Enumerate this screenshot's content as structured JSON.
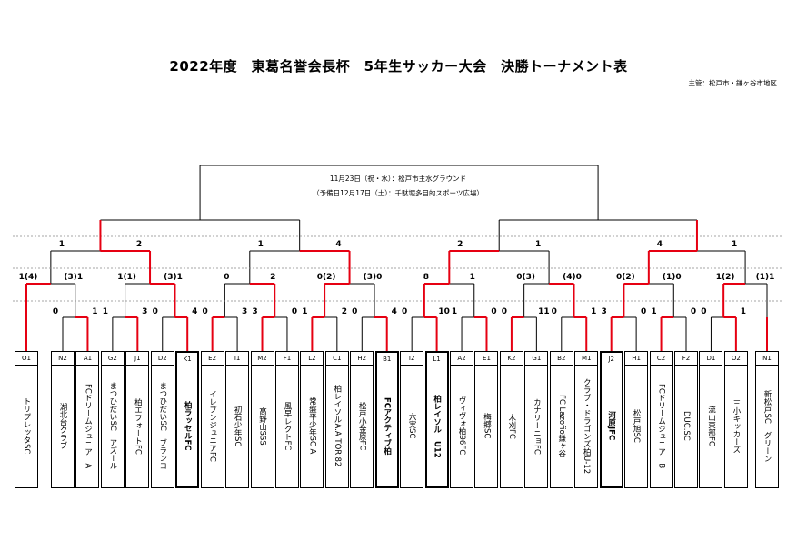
{
  "title": "2022年度　東葛名誉会長杯　5年生サッカー大会　決勝トーナメント表",
  "organizer": "主管：松戸市・鎌ヶ谷市地区",
  "final": {
    "date": "11月23日（祝・水）：松戸市主水グラウンド",
    "reserve": "（予備日12月17日（土）：千駄堀多目的スポーツ広場）"
  },
  "colors": {
    "winner_line": "#e60012",
    "line": "#000000",
    "dotted": "#888888"
  },
  "teams": [
    {
      "code": "O1",
      "name": "トリプレッタSC",
      "win": false
    },
    {
      "code": "N2",
      "name": "湖北台クラブ",
      "win": false
    },
    {
      "code": "A1",
      "name": "FCドリームジュニア　A",
      "win": false
    },
    {
      "code": "G2",
      "name": "まつひだいSC　アズール",
      "win": false
    },
    {
      "code": "J1",
      "name": "柏エフォートFC",
      "win": false
    },
    {
      "code": "D2",
      "name": "まつひだいSC　ブランコ",
      "win": false
    },
    {
      "code": "K1",
      "name": "柏ラッセルFC",
      "win": true
    },
    {
      "code": "E2",
      "name": "イレブンジュニアFC",
      "win": false
    },
    {
      "code": "I1",
      "name": "初石少年SC",
      "win": false
    },
    {
      "code": "M2",
      "name": "高野山SSS",
      "win": false
    },
    {
      "code": "F1",
      "name": "風早レクトFC",
      "win": false
    },
    {
      "code": "L2",
      "name": "常盤平少年SC A",
      "win": false
    },
    {
      "code": "C1",
      "name": "柏レイソルA.A TOR'82",
      "win": false
    },
    {
      "code": "H2",
      "name": "松戸小金原FC",
      "win": false
    },
    {
      "code": "B1",
      "name": "FCアクティブ柏",
      "win": true
    },
    {
      "code": "I2",
      "name": "六実SC",
      "win": false
    },
    {
      "code": "L1",
      "name": "柏レイソル　U12",
      "win": true
    },
    {
      "code": "A2",
      "name": "ヴィヴォ柏96FC",
      "win": false
    },
    {
      "code": "E1",
      "name": "梅郷SC",
      "win": false
    },
    {
      "code": "K2",
      "name": "木刈FC",
      "win": false
    },
    {
      "code": "G1",
      "name": "カナリーニョFC",
      "win": false
    },
    {
      "code": "B2",
      "name": "FC Lazofio鎌ヶ谷",
      "win": false
    },
    {
      "code": "M1",
      "name": "クラブ・ドラゴンズ柏U-12",
      "win": false
    },
    {
      "code": "J2",
      "name": "河原JFC",
      "win": true
    },
    {
      "code": "H1",
      "name": "松戸旭SC",
      "win": false
    },
    {
      "code": "C2",
      "name": "FCドリームジュニア　B",
      "win": false
    },
    {
      "code": "F2",
      "name": "DUC.SC",
      "win": false
    },
    {
      "code": "D1",
      "name": "流山東部FC",
      "win": false
    },
    {
      "code": "O2",
      "name": "三小キッカーズ",
      "win": false
    },
    {
      "code": "N1",
      "name": "新松戸SC　グリーン",
      "win": false
    }
  ],
  "scores": {
    "r16": [
      "0",
      "1",
      "1",
      "3",
      "0",
      "4",
      "0",
      "3",
      "3",
      "0",
      "1",
      "2",
      "0",
      "4",
      "0",
      "10",
      "1",
      "0",
      "0",
      "11",
      "0",
      "1",
      "3",
      "0",
      "1",
      "0",
      "0",
      "1"
    ],
    "qf": [
      "1(4)",
      "(3)1",
      "1(1)",
      "(3)1",
      "0",
      "2",
      "0(2)",
      "(3)0",
      "8",
      "1",
      "0(3)",
      "(4)0",
      "0(2)",
      "(1)0",
      "1(2)",
      "(1)1"
    ],
    "sf": [
      "1",
      "2",
      "1",
      "4",
      "2",
      "1",
      "4",
      "1"
    ]
  }
}
